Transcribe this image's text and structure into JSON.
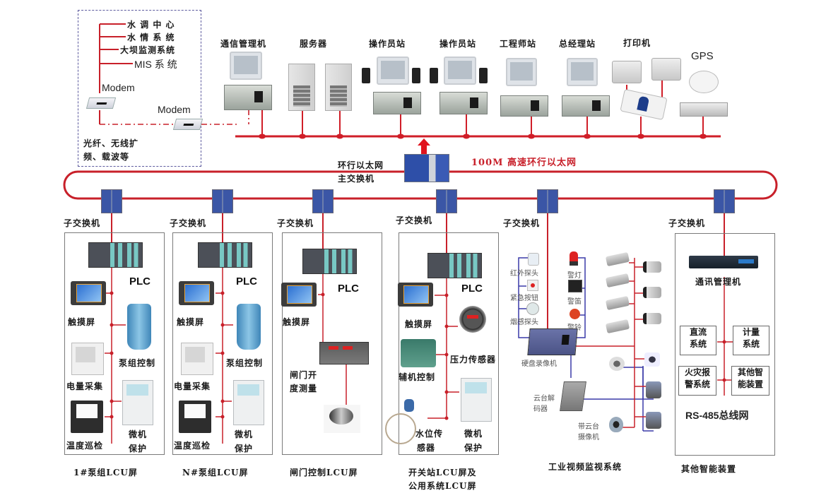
{
  "external_systems": {
    "items": [
      "水 调 中 心",
      "水 情 系 统",
      "大坝监测系统",
      "MIS 系 统"
    ],
    "modem_left": "Modem",
    "modem_right": "Modem",
    "link_note_line1": "光纤、无线扩",
    "link_note_line2": "频、载波等"
  },
  "top_network": {
    "devices": [
      {
        "label": "通信管理机",
        "type": "workstation"
      },
      {
        "label": "服务器",
        "type": "server"
      },
      {
        "label": "操作员站",
        "type": "operator-station"
      },
      {
        "label": "操作员站",
        "type": "operator-station"
      },
      {
        "label": "工程师站",
        "type": "workstation"
      },
      {
        "label": "总经理站",
        "type": "workstation"
      },
      {
        "label": "打印机",
        "type": "printer"
      },
      {
        "label": "GPS",
        "type": "gps"
      }
    ]
  },
  "ring": {
    "main_switch_line1": "环行以太网",
    "main_switch_line2": "主交换机",
    "title": "100M 高速环行以太网",
    "color": "#c8202a"
  },
  "sub_switch_label": "子交换机",
  "panels": [
    {
      "id": "pump1",
      "title": "1#泵组LCU屏",
      "plc": "PLC",
      "items": [
        "触摸屏",
        "泵组控制",
        "电量采集",
        "温度巡检",
        "微机",
        "保护"
      ]
    },
    {
      "id": "pumpN",
      "title": "N#泵组LCU屏",
      "plc": "PLC",
      "items": [
        "触摸屏",
        "泵组控制",
        "电量采集",
        "温度巡检",
        "微机",
        "保护"
      ]
    },
    {
      "id": "gate",
      "title": "闸门控制LCU屏",
      "plc": "PLC",
      "items": [
        "触摸屏",
        "闸门开",
        "度测量"
      ]
    },
    {
      "id": "switchyard",
      "title_line1": "开关站LCU屏及",
      "title_line2": "公用系统LCU屏",
      "plc": "PLC",
      "items": [
        "触摸屏",
        "压力传感器",
        "辅机控制",
        "水位传",
        "感器",
        "微机",
        "保护"
      ]
    },
    {
      "id": "video",
      "title": "工业视频监视系统",
      "items": [
        "红外探头",
        "紧急按钮",
        "烟感探头",
        "警灯",
        "警笛",
        "警铃",
        "硬盘录像机",
        "云台解",
        "码器",
        "带云台",
        "摄像机"
      ]
    },
    {
      "id": "other",
      "title": "其他智能装置",
      "comm_manager": "通讯管理机",
      "boxes": [
        {
          "line1": "直流",
          "line2": "系统"
        },
        {
          "line1": "计量",
          "line2": "系统"
        },
        {
          "line1": "火灾报",
          "line2": "警系统"
        },
        {
          "line1": "其他智",
          "line2": "能装置"
        }
      ],
      "bus": "RS-485总线网"
    }
  ]
}
